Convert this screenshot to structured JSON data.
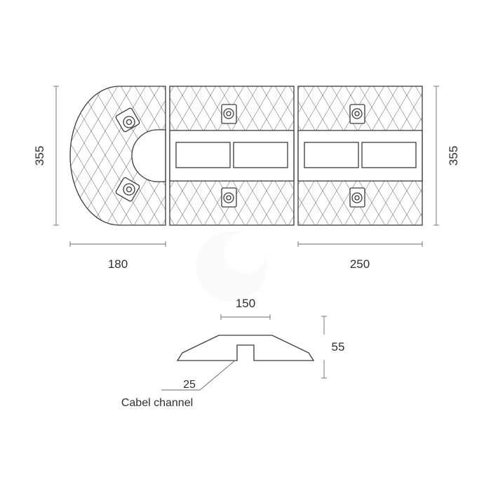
{
  "diagram": {
    "dimensions": {
      "height_left": "355",
      "height_right": "355",
      "width_end_piece": "180",
      "width_middle_piece": "250",
      "top_width": "150",
      "height": "55",
      "channel_width": "25"
    },
    "annotation": "Cabel channel"
  }
}
